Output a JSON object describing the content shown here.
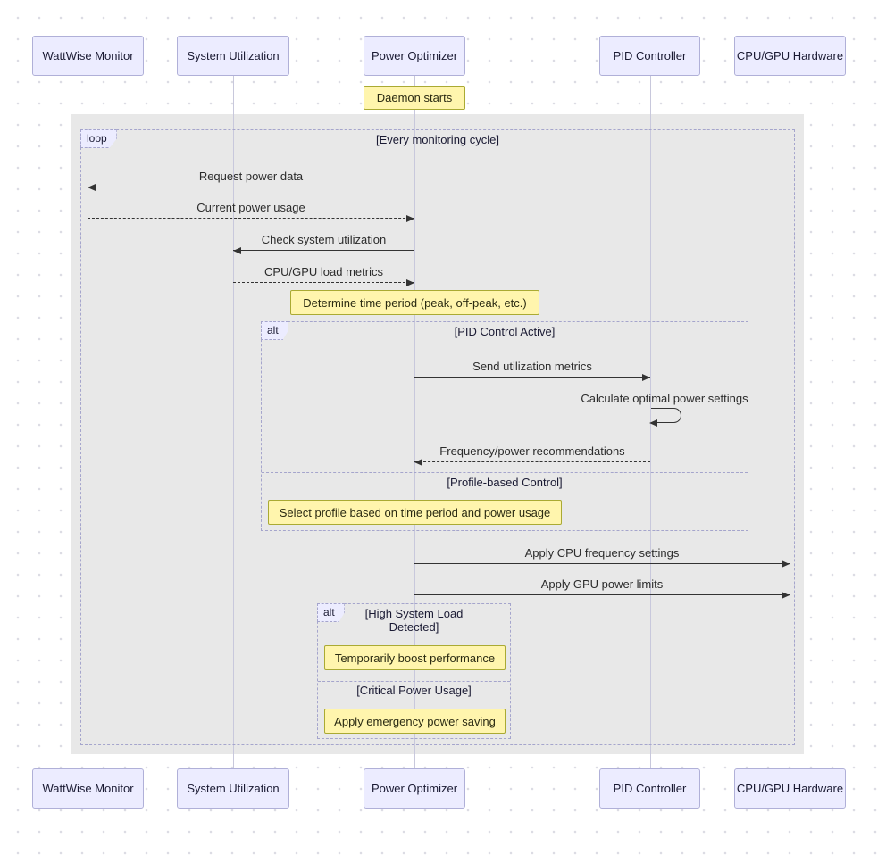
{
  "diagram": {
    "participants": [
      {
        "label": "WattWise Monitor"
      },
      {
        "label": "System Utilization"
      },
      {
        "label": "Power Optimizer"
      },
      {
        "label": "PID Controller"
      },
      {
        "label": "CPU/GPU Hardware"
      }
    ],
    "notes": [
      {
        "text": "Daemon starts"
      },
      {
        "text": "Determine time period (peak, off-peak, etc.)"
      },
      {
        "text": "Select profile based on time period and power usage"
      },
      {
        "text": "Temporarily boost performance"
      },
      {
        "text": "Apply emergency power saving"
      }
    ],
    "frames": {
      "loop": {
        "label": "loop",
        "title": "[Every monitoring cycle]"
      },
      "alt_pid": {
        "label": "alt",
        "title": "[PID Control Active]",
        "else_title": "[Profile-based Control]"
      },
      "alt_load": {
        "label": "alt",
        "title": "[High System Load Detected]",
        "else_title": "[Critical Power Usage]"
      }
    },
    "messages": [
      {
        "label": "Request power data",
        "type": "solid",
        "direction": "left"
      },
      {
        "label": "Current power usage",
        "type": "dashed",
        "direction": "right"
      },
      {
        "label": "Check system utilization",
        "type": "solid",
        "direction": "left"
      },
      {
        "label": "CPU/GPU load metrics",
        "type": "dashed",
        "direction": "right"
      },
      {
        "label": "Send utilization metrics",
        "type": "solid",
        "direction": "right"
      },
      {
        "label": "Calculate optimal power settings",
        "type": "self",
        "direction": "self"
      },
      {
        "label": "Frequency/power recommendations",
        "type": "dashed",
        "direction": "left"
      },
      {
        "label": "Apply CPU frequency settings",
        "type": "solid",
        "direction": "right"
      },
      {
        "label": "Apply GPU power limits",
        "type": "solid",
        "direction": "right"
      }
    ],
    "colors": {
      "participant_fill": "#ECECFF",
      "participant_border": "#B0B0D8",
      "note_fill": "#FFF5AD",
      "note_border": "#AAAA33",
      "frame_border": "#A5A5CC",
      "arrow": "#333333",
      "background_rect": "#E8E8E8"
    }
  }
}
